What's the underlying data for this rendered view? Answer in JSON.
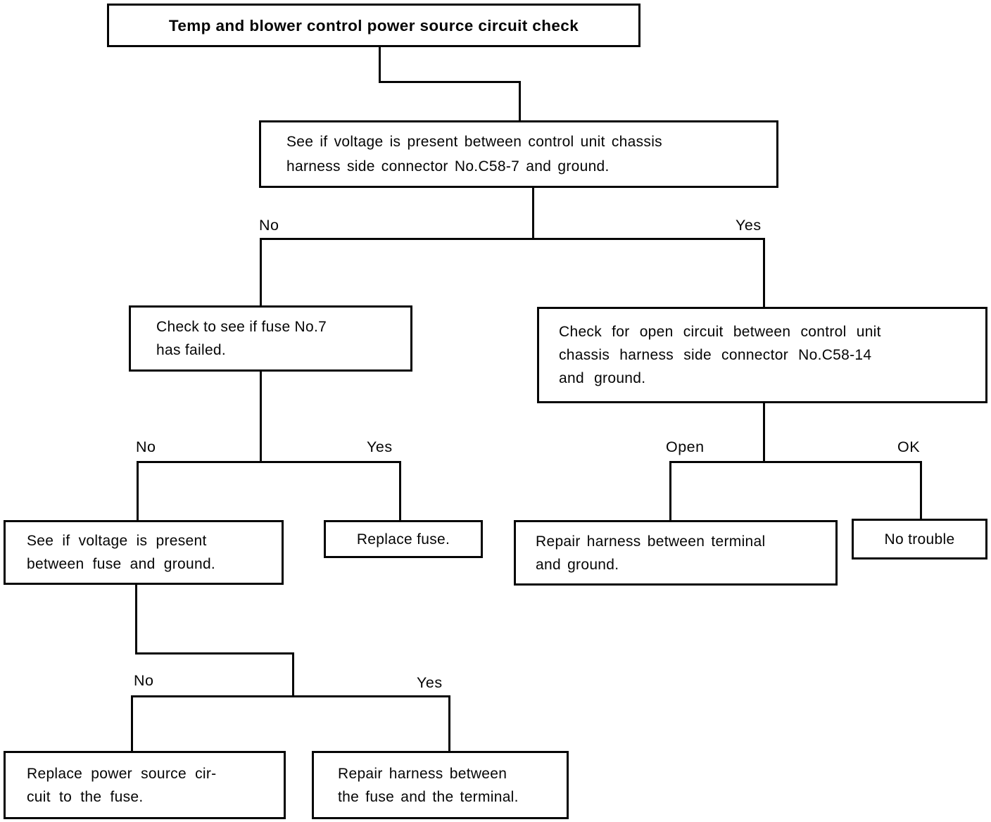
{
  "title": {
    "text": "Temp and blower control power source circuit check"
  },
  "nodes": {
    "check_c58_7": {
      "lines": [
        "See if voltage is present between control unit chassis",
        "harness side connector No.C58-7 and ground."
      ]
    },
    "check_fuse_7": {
      "lines": [
        "Check to see if fuse No.7",
        "has failed."
      ]
    },
    "check_open_c58_14": {
      "lines": [
        "Check for open circuit between control unit",
        "chassis harness side connector No.C58-14",
        "and ground."
      ]
    },
    "see_voltage_fuse": {
      "lines": [
        "See if voltage is present",
        "between fuse and ground."
      ]
    },
    "replace_fuse": {
      "lines": [
        "Replace fuse."
      ]
    },
    "repair_harness_ground": {
      "lines": [
        "Repair harness between terminal",
        "and ground."
      ]
    },
    "no_trouble": {
      "lines": [
        "No trouble"
      ]
    },
    "replace_power_source": {
      "lines": [
        "Replace power source cir-",
        "cuit to the fuse."
      ]
    },
    "repair_harness_terminal": {
      "lines": [
        "Repair harness between",
        "the fuse and the terminal."
      ]
    }
  },
  "edge_labels": {
    "no": "No",
    "yes": "Yes",
    "open": "Open",
    "ok": "OK"
  },
  "colors": {
    "ink": "#050505",
    "paper": "#ffffff"
  }
}
